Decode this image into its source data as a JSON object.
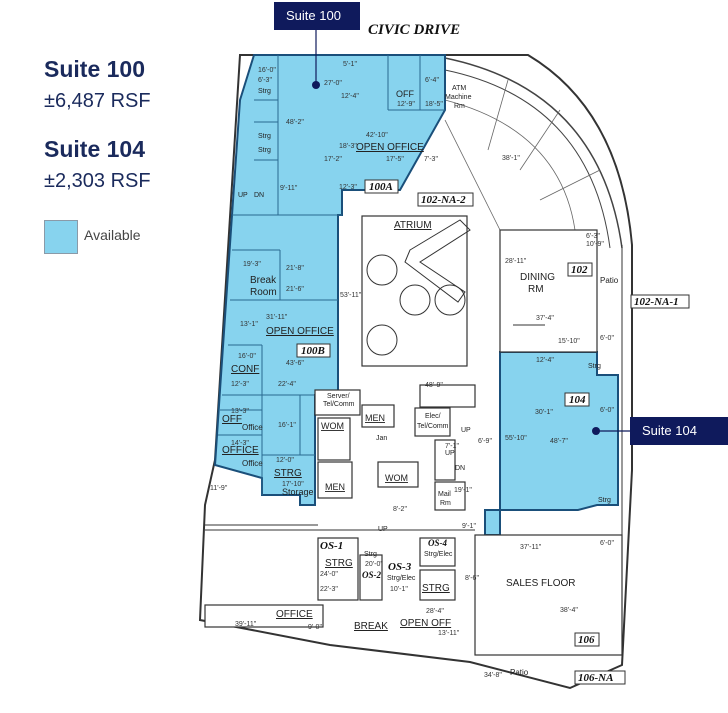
{
  "legend": {
    "suite_a_title": "Suite 100",
    "suite_a_rsf": "±6,487 RSF",
    "suite_b_title": "Suite 104",
    "suite_b_rsf": "±2,303 RSF",
    "available_label": "Available",
    "available_color": "#87d3ee"
  },
  "callouts": {
    "top": "Suite 100",
    "right": "Suite 104"
  },
  "street_name": "CIVIC DRIVE",
  "suite_tags": {
    "s100a": "100A",
    "s100b": "100B",
    "s104": "104",
    "s102": "102",
    "s106": "106",
    "na2": "102-NA-2",
    "na1": "102-NA-1",
    "na106": "106-NA",
    "os1": "OS-1",
    "os2": "OS-2",
    "os3": "OS-3",
    "os4": "OS-4"
  },
  "rooms": {
    "open_office_a": "OPEN OFFICE",
    "open_office_b": "OPEN OFFICE",
    "off_top": "OFF",
    "atm": "ATM",
    "machine": "Machine",
    "rm": "Rm",
    "atrium": "ATRIUM",
    "dining": "DINING",
    "dining_rm": "RM",
    "patio_right": "Patio",
    "break": "Break",
    "room": "Room",
    "conf": "CONF",
    "off_left": "OFF",
    "office_small": "Office",
    "office_left": "OFFICE",
    "office_small2": "Office",
    "strg_left": "STRG",
    "storage": "Storage",
    "server": "Server/",
    "telcomm": "Tel/Comm",
    "men_top": "MEN",
    "wom_left": "WOM",
    "men_bottom": "MEN",
    "wom_right": "WOM",
    "elec": "Elec/",
    "elec_tel": "Tel/Comm",
    "jan": "Jan",
    "up1": "UP",
    "dn1": "DN",
    "up2": "UP",
    "dn2": "DN",
    "up3": "UP",
    "up4": "UP",
    "mail": "Mail",
    "mail_rm": "Rm",
    "sales_floor": "SALES FLOOR",
    "strg_os1": "STRG",
    "strg_os2": "Strg",
    "strg_elec_os2": "Strg/Elec",
    "strg_elec_os4": "Strg/Elec",
    "strg_os3": "STRG",
    "office_bottom": "OFFICE",
    "break_bottom": "BREAK",
    "open_off": "OPEN OFF",
    "patio_bottom": "Patio",
    "strg_small1": "Strg",
    "strg_small2": "Strg",
    "strg_small3": "Strg",
    "strg_104a": "Strg",
    "strg_104b": "Strg"
  },
  "dimensions": {
    "d1": "5'-1\"",
    "d2": "27'-0\"",
    "d3": "12'-4\"",
    "d4": "42'-10\"",
    "d5": "18'-3\"",
    "d6": "17'-2\"",
    "d7": "17'-5\"",
    "d8": "7'-3\"",
    "d9": "12'-3\"",
    "d10": "48'-2\"",
    "d11": "9'-11\"",
    "d12": "16'-0\"",
    "d13": "6'-3\"",
    "d14": "12'-9\"",
    "d15": "18'-5\"",
    "d16": "6'-4\"",
    "d17": "38'-1\"",
    "d18": "21'-8\"",
    "d19": "19'-3\"",
    "d20": "21'-6\"",
    "d21": "53'-11\"",
    "d22": "31'-11\"",
    "d23": "13'-1\"",
    "d24": "43'-6\"",
    "d25": "16'-0\"",
    "d26": "12'-3\"",
    "d27": "22'-4\"",
    "d28": "13'-3\"",
    "d29": "16'-1\"",
    "d30": "14'-3\"",
    "d31": "12'-0\"",
    "d32": "17'-10\"",
    "d33": "11'-9\"",
    "d34": "28'-11\"",
    "d35": "37'-4\"",
    "d36": "15'-10\"",
    "d37": "48'-9\"",
    "d38": "30'-1\"",
    "d39": "55'-10\"",
    "d40": "48'-7\"",
    "d41": "6'-0\"",
    "d42": "6'-0\"",
    "d43": "6'-0\"",
    "d44": "37'-11\"",
    "d45": "38'-4\"",
    "d46": "24'-0\"",
    "d47": "22'-3\"",
    "d48": "20'-0\"",
    "d49": "10'-1\"",
    "d50": "28'-4\"",
    "d51": "13'-11\"",
    "d52": "39'-11\"",
    "d53": "9'-0\"",
    "d54": "34'-8\"",
    "d55": "8'-2\"",
    "d56": "9'-1\"",
    "d57": "19'-1\"",
    "d58": "6'-9\"",
    "d59": "7'-1\"",
    "d60": "10'-9\"",
    "d61": "6'-3\"",
    "d62": "8'-6\"",
    "d63": "12'-4\""
  }
}
